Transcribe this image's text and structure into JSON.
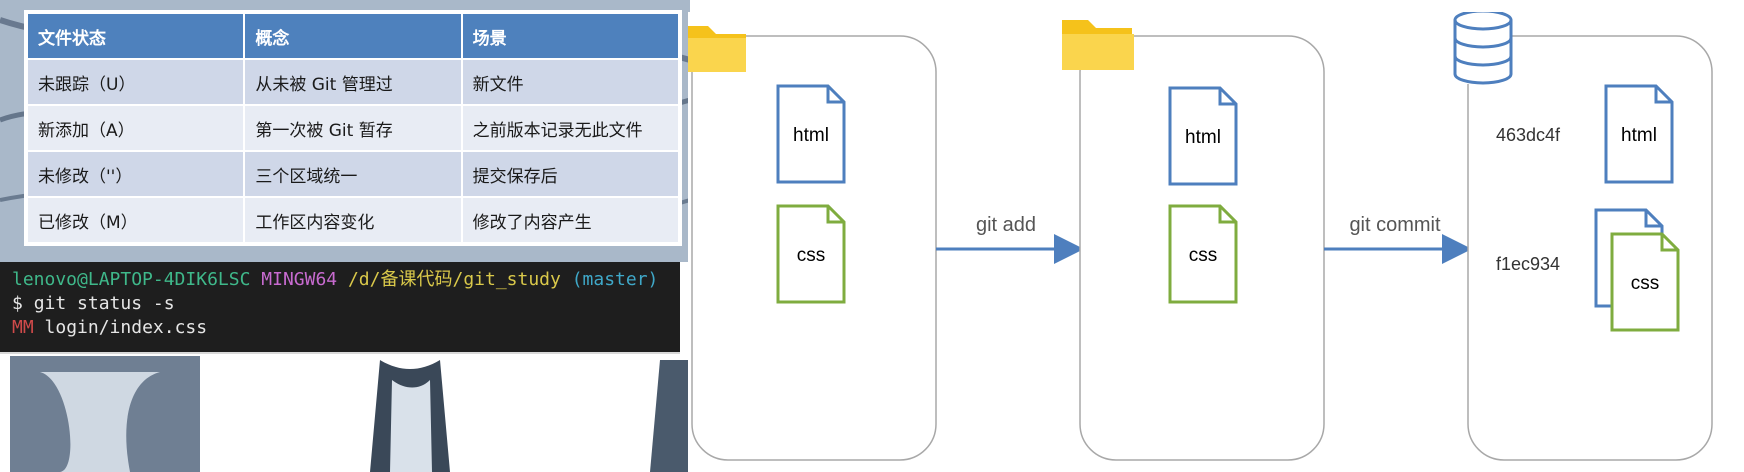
{
  "table": {
    "headers": [
      "文件状态",
      "概念",
      "场景"
    ],
    "rows": [
      [
        "未跟踪（U）",
        "从未被 Git 管理过",
        "新文件"
      ],
      [
        "新添加（A）",
        "第一次被 Git 暂存",
        "之前版本记录无此文件"
      ],
      [
        "未修改（''）",
        "三个区域统一",
        "提交保存后"
      ],
      [
        "已修改（M）",
        "工作区内容变化",
        "修改了内容产生"
      ]
    ],
    "header_color": "#4e81bd"
  },
  "terminal": {
    "user_host": "lenovo@LAPTOP-4DIK6LSC",
    "env": "MINGW64",
    "path": "/d/备课代码/git_study",
    "branch": "(master)",
    "prompt": "$",
    "command": "git status -s",
    "status_code": "MM",
    "file": "login/index.css"
  },
  "diagram": {
    "workspace": {
      "icon": "folder-icon",
      "files": [
        "html",
        "css"
      ]
    },
    "staging": {
      "icon": "folder-icon",
      "files": [
        "html",
        "css"
      ]
    },
    "repository": {
      "icon": "database-icon",
      "hashes": [
        "463dc4f",
        "f1ec934"
      ],
      "files": [
        "html",
        "css"
      ]
    },
    "arrow1_label": "git add",
    "arrow2_label": "git commit",
    "colors": {
      "html_file": "#4e7fbe",
      "css_file": "#7fac3f",
      "arrow": "#4e7fbe",
      "folder": "#f5c21b"
    }
  }
}
